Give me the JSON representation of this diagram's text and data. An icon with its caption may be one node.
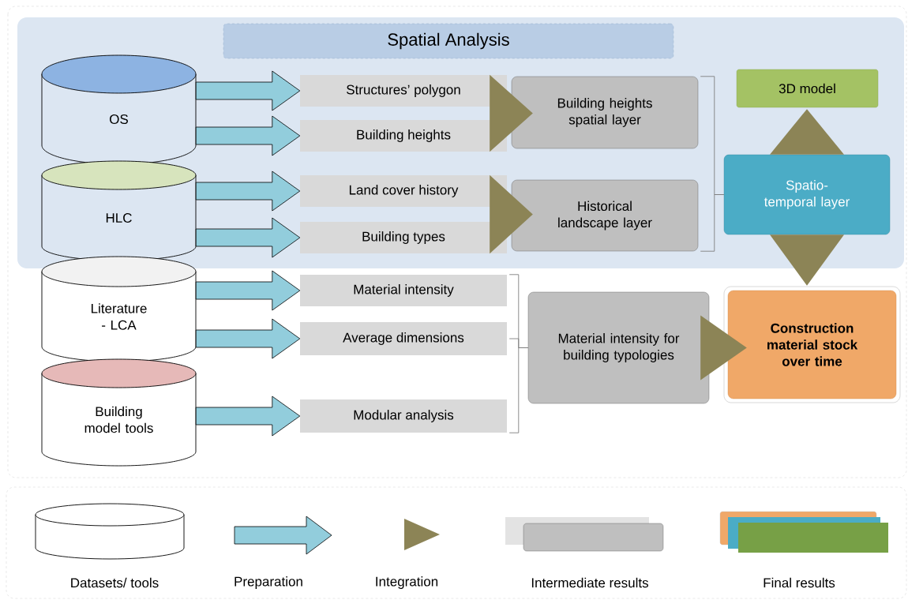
{
  "diagram": {
    "nodes": [
      {
        "text": [
          "Spatial Analysis"
        ]
      },
      {
        "text": [
          "OS"
        ],
        "in": 0
      },
      {
        "text": [
          "HLC"
        ],
        "in": 0
      },
      {
        "text": [
          "Literature - LCA"
        ]
      },
      {
        "text": [
          "Building model tools"
        ]
      },
      {
        "text": [
          "Structures’ polygon"
        ],
        "in": 0
      },
      {
        "text": [
          "Building heights"
        ],
        "in": 0
      },
      {
        "text": [
          "Land cover history"
        ],
        "in": 0
      },
      {
        "text": [
          "Building types"
        ],
        "in": 0
      },
      {
        "text": [
          "Material intensity"
        ]
      },
      {
        "text": [
          "Average dimensions"
        ]
      },
      {
        "text": [
          "Modular analysis"
        ]
      },
      {
        "text": [
          "Building heights spatial layer"
        ],
        "in": 0
      },
      {
        "text": [
          "Historical landscape layer"
        ],
        "in": 0
      },
      {
        "text": [
          "Material intensity for building typologies"
        ]
      },
      {
        "text": [
          "3D model"
        ],
        "in": 0
      },
      {
        "text": [
          "Spatio-temporal layer"
        ],
        "in": 0
      },
      {
        "text": [
          "Construction material stock over time"
        ]
      }
    ],
    "edges": [
      {
        "from": 1,
        "to": 5,
        "arrow": "to",
        "style": "thick",
        "color": "#92cddc"
      },
      {
        "from": 1,
        "to": 6,
        "arrow": "to",
        "style": "thick",
        "color": "#92cddc"
      },
      {
        "from": 2,
        "to": 7,
        "arrow": "to",
        "style": "thick",
        "color": "#92cddc"
      },
      {
        "from": 2,
        "to": 8,
        "arrow": "to",
        "style": "thick",
        "color": "#92cddc"
      },
      {
        "from": 3,
        "to": 9,
        "arrow": "to",
        "style": "thick",
        "color": "#92cddc"
      },
      {
        "from": 3,
        "to": 10,
        "arrow": "to",
        "style": "thick",
        "color": "#92cddc"
      },
      {
        "from": 4,
        "to": 11,
        "arrow": "to",
        "style": "thick",
        "color": "#92cddc"
      },
      {
        "from": 5,
        "to": 12,
        "arrow": "to"
      },
      {
        "from": 6,
        "to": 12,
        "arrow": "to"
      },
      {
        "from": 7,
        "to": 13,
        "arrow": "to"
      },
      {
        "from": 8,
        "to": 13,
        "arrow": "to"
      },
      {
        "from": 12,
        "to": 16,
        "arrow": "none",
        "color": "#7f7f7f"
      },
      {
        "from": 13,
        "to": 16,
        "arrow": "none",
        "color": "#7f7f7f"
      },
      {
        "from": 9,
        "to": 14,
        "arrow": "none",
        "color": "#7f7f7f"
      },
      {
        "from": 10,
        "to": 14,
        "arrow": "none",
        "color": "#7f7f7f"
      },
      {
        "from": 11,
        "to": 14,
        "arrow": "none",
        "color": "#7f7f7f"
      },
      {
        "from": 14,
        "to": 17,
        "arrow": "to"
      },
      {
        "from": 16,
        "to": 15,
        "arrow": "to"
      },
      {
        "from": 16,
        "to": 17,
        "arrow": "to"
      }
    ],
    "legend": [
      {
        "text": "Datasets/ tools"
      },
      {
        "text": "Preparation"
      },
      {
        "text": "Integration"
      },
      {
        "text": "Intermediate results"
      },
      {
        "text": "Final results"
      }
    ]
  }
}
